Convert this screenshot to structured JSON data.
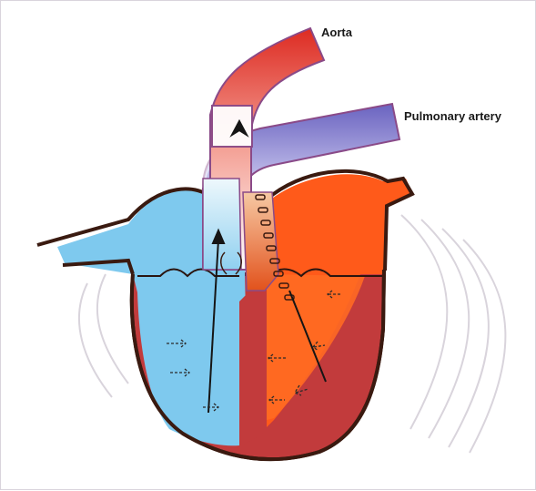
{
  "labels": {
    "aorta": "Aorta",
    "pulmonary_artery": "Pulmonary artery"
  },
  "colors": {
    "left_heart_blood": "#ff5a1a",
    "right_heart_blood": "#7ec9ee",
    "myocardium": "#c23b3c",
    "outline": "#3a1a10",
    "aorta_red": "#e23a2a",
    "pulmonary_blue": "#7f74c8"
  },
  "icons": [
    "flow-arrow-icon",
    "valve-icon",
    "wall-motion-lines"
  ]
}
